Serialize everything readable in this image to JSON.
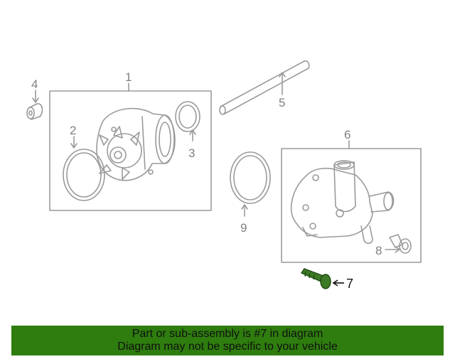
{
  "diagram": {
    "callouts": [
      "1",
      "2",
      "3",
      "4",
      "5",
      "6",
      "7",
      "8",
      "9"
    ],
    "highlighted_part": "7",
    "colors": {
      "line": "#9a9a9a",
      "highlight": "#2e6b1e",
      "banner": "#2e7d0e",
      "text_active": "#111111"
    }
  },
  "parts": [
    {
      "number": "1",
      "icon": "water-pump-assembly-icon"
    },
    {
      "number": "2",
      "icon": "o-ring-icon"
    },
    {
      "number": "3",
      "icon": "seal-ring-icon"
    },
    {
      "number": "4",
      "icon": "bushing-icon"
    },
    {
      "number": "5",
      "icon": "tube-icon"
    },
    {
      "number": "6",
      "icon": "housing-assembly-icon"
    },
    {
      "number": "7",
      "icon": "bolt-icon"
    },
    {
      "number": "8",
      "icon": "bolt-icon"
    },
    {
      "number": "9",
      "icon": "gasket-ring-icon"
    }
  ],
  "banner": {
    "line1": "Part or sub-assembly is #7 in diagram",
    "line2": "Diagram may not be specific to your vehicle"
  }
}
